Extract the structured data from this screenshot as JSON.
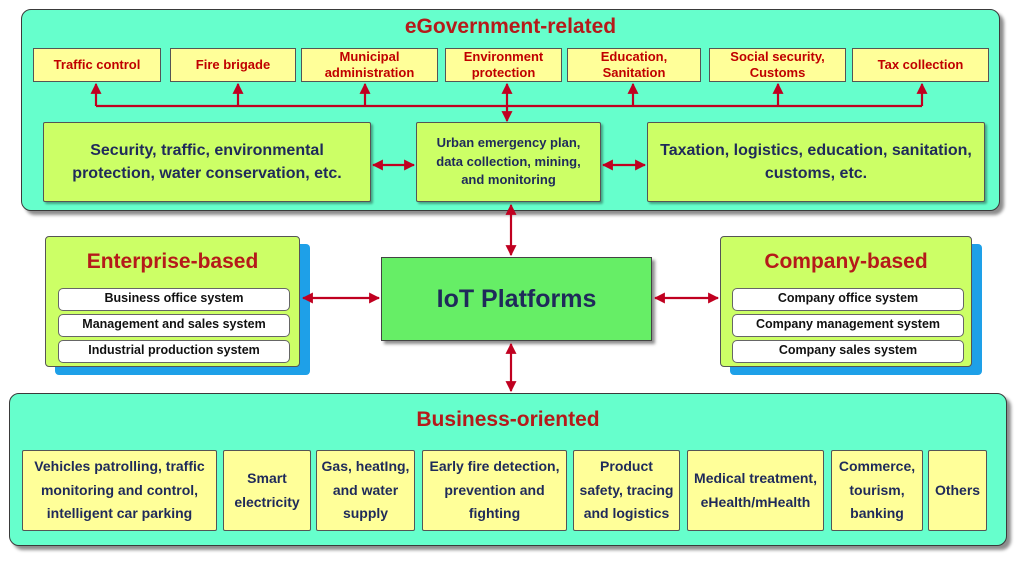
{
  "egov": {
    "title": "eGovernment-related",
    "services": [
      "Traffic control",
      "Fire brigade",
      "Municipal administration",
      "Environment protection",
      "Education, Sanitation",
      "Social security, Customs",
      "Tax collection"
    ],
    "left_block": "Security, traffic, environmental protection, water conservation, etc.",
    "center_block": "Urban emergency plan, data collection, mining, and monitoring",
    "right_block": "Taxation, logistics, education, sanitation, customs, etc."
  },
  "enterprise": {
    "title": "Enterprise-based",
    "systems": [
      "Business office system",
      "Management and sales system",
      "Industrial production system"
    ]
  },
  "company": {
    "title": "Company-based",
    "systems": [
      "Company office system",
      "Company management system",
      "Company sales system"
    ]
  },
  "iot": {
    "title": "IoT Platforms"
  },
  "business": {
    "title": "Business-oriented",
    "items": [
      "Vehicles patrolling, traffic monitoring and control, intelligent car parking",
      "Smart electricity",
      "Gas, heatIng, and water supply",
      "Early fire detection, prevention and fighting",
      "Product safety, tracing and logistics",
      "Medical treatment, eHealth/mHealth",
      "Commerce, tourism, banking",
      "Others"
    ]
  },
  "colors": {
    "panel": "#66ffcc",
    "title_red": "#b51a1a",
    "service_text": "#c00000",
    "navy_text": "#1f2a5a",
    "arrow": "#c00020",
    "yellow_box": "#ffff99",
    "green_box": "#ccff66",
    "iot_box": "#66ee66",
    "side_shadow": "#1ea0e8"
  }
}
